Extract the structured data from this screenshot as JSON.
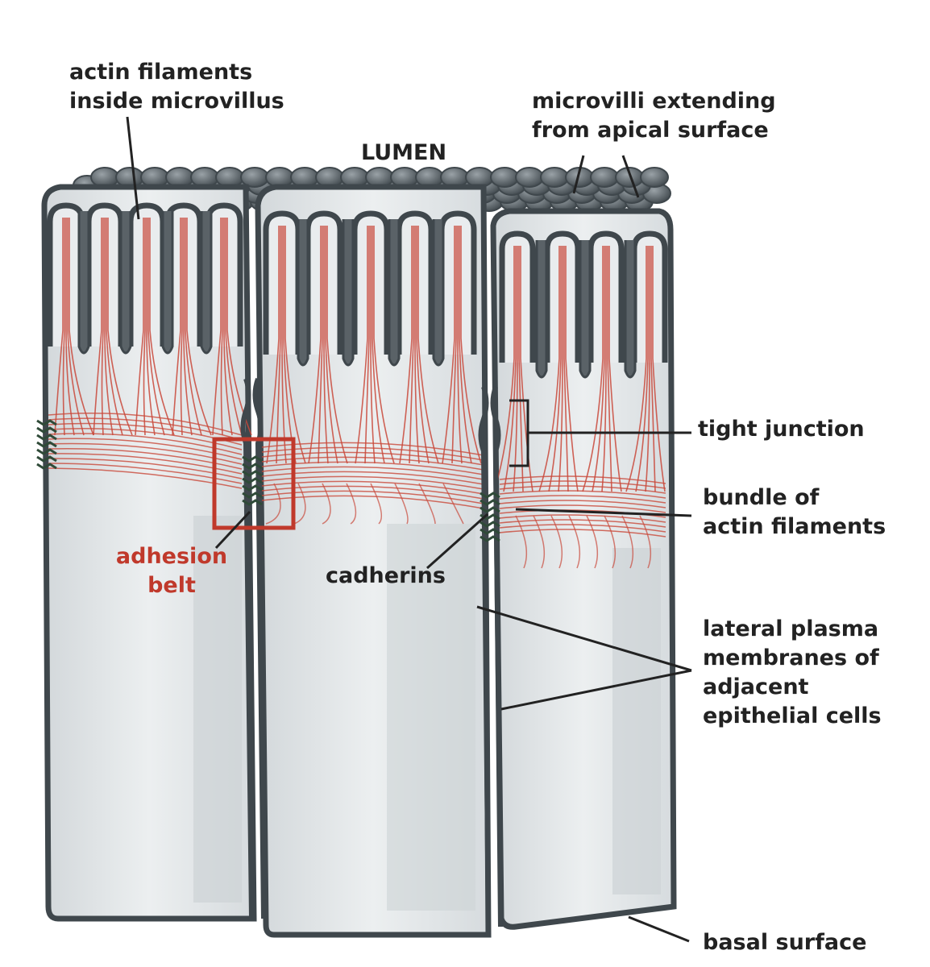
{
  "labels": {
    "actin_inside_microvillus": "actin filaments\ninside microvillus",
    "lumen": "LUMEN",
    "microvilli_apical": "microvilli extending\nfrom apical surface",
    "tight_junction": "tight junction",
    "bundle_actin": "bundle of\nactin filaments",
    "adhesion_belt": "adhesion\nbelt",
    "cadherins": "cadherins",
    "lateral_membranes": "lateral plasma\nmembranes of\nadjacent\nepithelial cells",
    "basal_surface": "basal surface"
  },
  "colors": {
    "membrane": "#3f474c",
    "cytoplasm": "#e2e6e8",
    "cytoplasm_shadow": "#c9cfd2",
    "actin": "#c9483a",
    "adhesion_box": "#c0392b",
    "cadherin": "#2f4a38",
    "label_text": "#222222",
    "label_red": "#c0392b"
  }
}
